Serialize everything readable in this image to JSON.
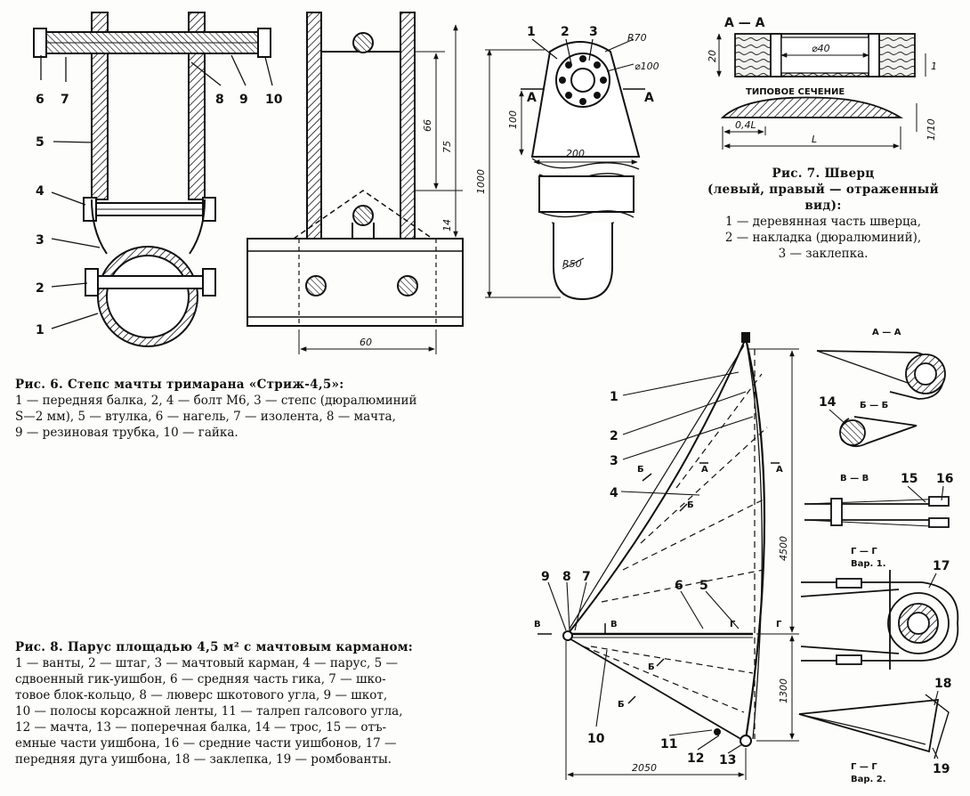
{
  "fig6": {
    "caption_title": "Рис. 6. Степс мачты тримарана «Стриж-4,5»:",
    "caption_lines": [
      "1 — передняя балка, 2, 4 — болт М6, 3 — степс (дюралюминий",
      "S—2 мм), 5 — втулка, 6 — нагель, 7 — изолента, 8 — мачта,",
      "9 — резиновая трубка, 10 — гайка."
    ],
    "callouts": [
      "1",
      "2",
      "3",
      "4",
      "5",
      "6",
      "7",
      "8",
      "9",
      "10"
    ],
    "dims": [
      "66",
      "75",
      "14",
      "60"
    ]
  },
  "fig7": {
    "caption_title": "Рис. 7. Шверц",
    "caption_lines": [
      "(левый, правый — отраженный вид):",
      "1 — деревянная часть шверца,",
      "2 — накладка (дюралюминий),",
      "3 — заклепка."
    ],
    "callouts": [
      "1",
      "2",
      "3"
    ],
    "dims": [
      "R70",
      "⌀100",
      "100",
      "200",
      "1000",
      "R50",
      "20",
      "⌀40",
      "1",
      "0,4L",
      "L",
      "1/10"
    ],
    "section_labels": [
      "A",
      "A",
      "A — A",
      "ТИПОВОЕ СЕЧЕНИЕ"
    ]
  },
  "fig8": {
    "caption_title": "Рис. 8. Парус площадью 4,5 м² с мачтовым карманом:",
    "caption_lines": [
      "1 — ванты, 2 — штаг, 3 — мачтовый карман, 4 — парус, 5 —",
      "сдвоенный гик-уишбон, 6 — средняя часть гика, 7 — шко-",
      "товое блок-кольцо, 8 — люверс шкотового угла, 9 — шкот,",
      "10 — полосы корсажной ленты, 11 — талреп галсового угла,",
      "12 — мачта, 13 — поперечная балка, 14 — трос, 15 — отъ-",
      "емные части уишбона, 16 — средние части уишбонов, 17 —",
      "передняя дуга уишбона, 18 — заклепка, 19 — ромбованты."
    ],
    "callouts": [
      "1",
      "2",
      "3",
      "4",
      "5",
      "6",
      "7",
      "8",
      "9",
      "10",
      "11",
      "12",
      "13",
      "14",
      "15",
      "16",
      "17",
      "18",
      "19"
    ],
    "dims": [
      "4500",
      "1300",
      "2050"
    ],
    "section_labels": [
      "Б",
      "Б",
      "Б",
      "Б",
      "A",
      "A",
      "B",
      "B",
      "Г",
      "Г",
      "A — A",
      "Б — Б",
      "B — B",
      "Г — Г",
      "Вар. 1.",
      "Г — Г",
      "Вар. 2."
    ]
  }
}
